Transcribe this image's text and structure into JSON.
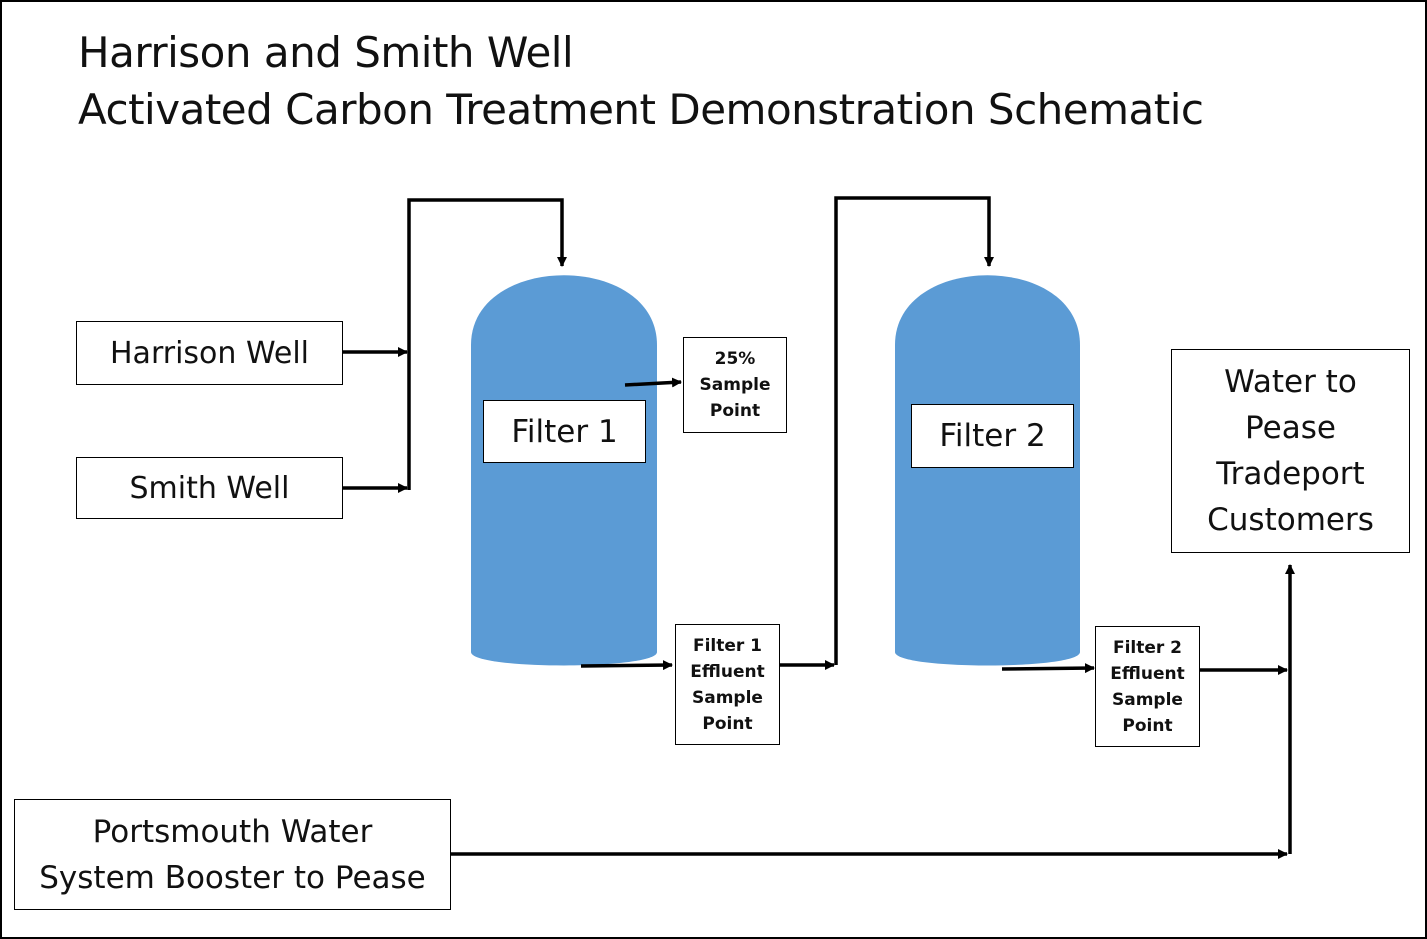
{
  "title": {
    "line1": "Harrison and Smith Well",
    "line2": "Activated Carbon Treatment Demonstration Schematic"
  },
  "sources": {
    "harrison_well": "Harrison Well",
    "smith_well": "Smith Well",
    "portsmouth": [
      "Portsmouth Water",
      "System Booster to Pease"
    ]
  },
  "filters": {
    "filter1": "Filter 1",
    "filter2": "Filter 2"
  },
  "sample_points": {
    "pct25": [
      "25%",
      "Sample",
      "Point"
    ],
    "filter1_effluent": [
      "Filter 1",
      "Effluent",
      "Sample",
      "Point"
    ],
    "filter2_effluent": [
      "Filter 2",
      "Effluent",
      "Sample",
      "Point"
    ]
  },
  "destination": [
    "Water to",
    "Pease",
    "Tradeport",
    "Customers"
  ],
  "colors": {
    "tank_fill": "#5b9bd5",
    "pipe": "#000000",
    "border": "#000000"
  }
}
